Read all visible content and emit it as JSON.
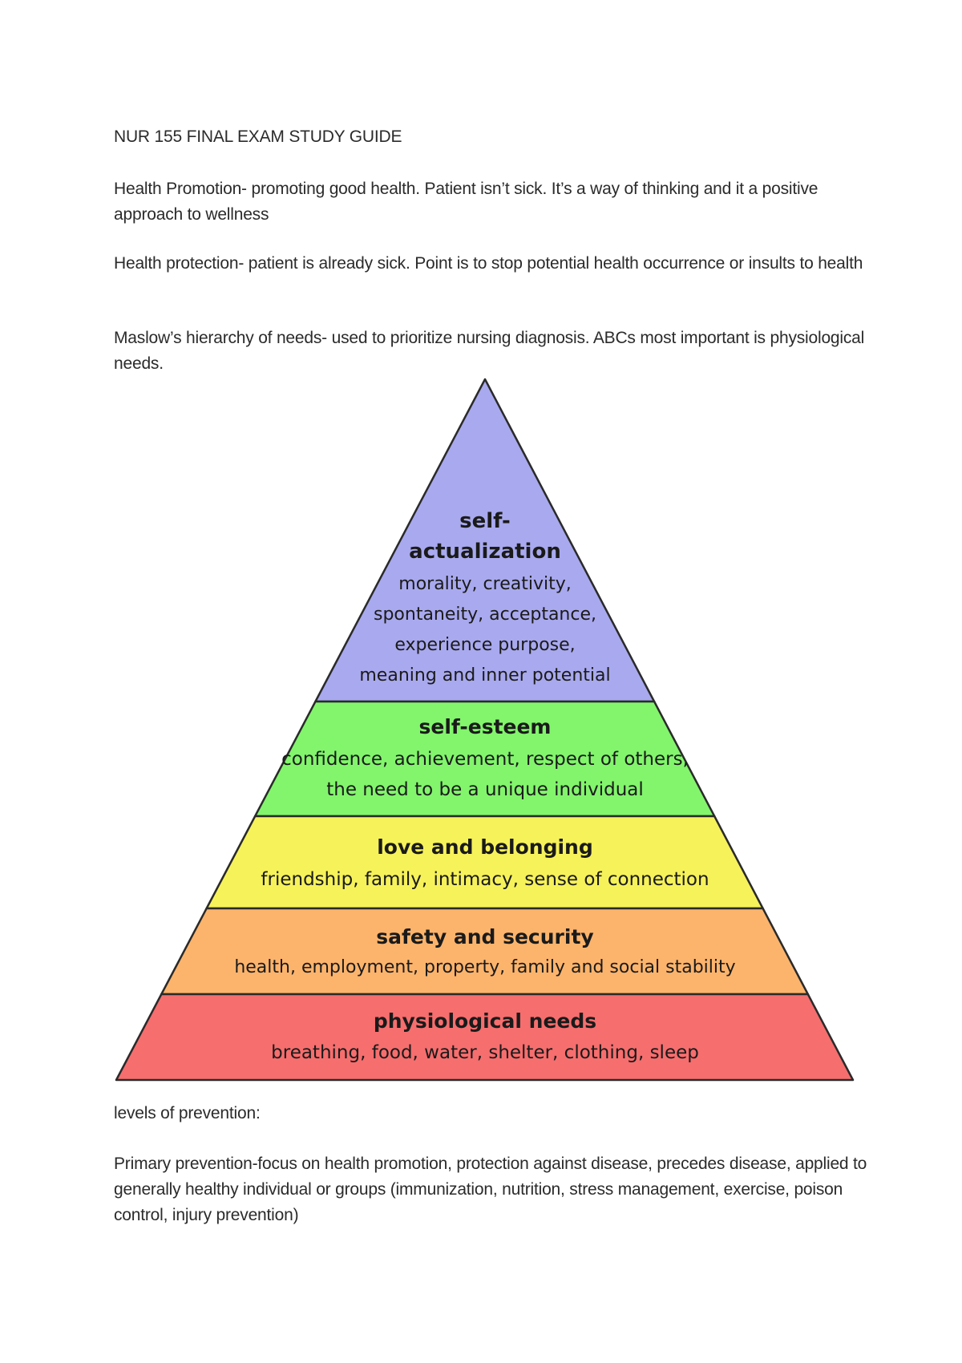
{
  "document": {
    "title": "NUR 155 FINAL EXAM STUDY GUIDE",
    "paragraphs": {
      "health_promotion": "Health Promotion- promoting good health. Patient isn’t sick. It’s a way of thinking and it a positive approach to wellness",
      "health_protection": "Health protection-  patient is already sick. Point is to stop potential health occurrence or insults to health",
      "maslow": "Maslow’s hierarchy of needs-  used to prioritize nursing diagnosis. ABCs most important is physiological needs.",
      "levels_heading": "levels of prevention:",
      "primary_prevention": "Primary prevention-focus on health promotion, protection against disease, precedes disease, applied to generally healthy individual or groups (immunization, nutrition, stress management, exercise, poison control, injury prevention)"
    }
  },
  "pyramid": {
    "levels": [
      {
        "title_lines": [
          "self-",
          "actualization"
        ],
        "desc_lines": [
          "morality, creativity,",
          "spontaneity, acceptance,",
          "experience purpose,",
          "meaning and inner potential"
        ],
        "color": "#a9a9ef"
      },
      {
        "title_lines": [
          "self-esteem"
        ],
        "desc_lines": [
          "confidence, achievement, respect of others,",
          "the need to be a unique individual"
        ],
        "color": "#82f56c"
      },
      {
        "title_lines": [
          "love and belonging"
        ],
        "desc_lines": [
          "friendship, family, intimacy, sense of connection"
        ],
        "color": "#f6f25a"
      },
      {
        "title_lines": [
          "safety and security"
        ],
        "desc_lines": [
          "health, employment, property, family and social stability"
        ],
        "color": "#fcb46c"
      },
      {
        "title_lines": [
          "physiological needs"
        ],
        "desc_lines": [
          "breathing, food, water, shelter, clothing, sleep"
        ],
        "color": "#f66e6e"
      }
    ]
  }
}
